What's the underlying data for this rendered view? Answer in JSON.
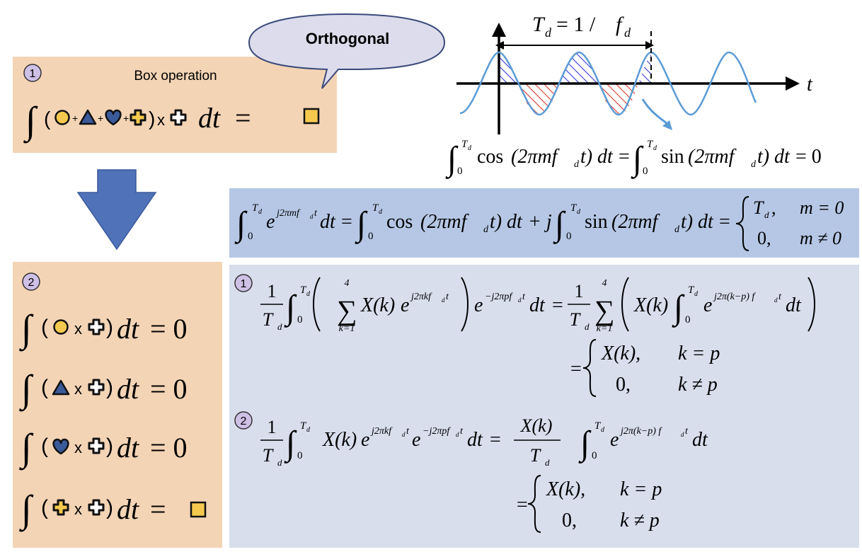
{
  "callout": {
    "text": "Orthogonal"
  },
  "box1": {
    "num": "1",
    "title": "Box operation"
  },
  "box2": {
    "num": "2"
  },
  "wave": {
    "period_label": "T",
    "period_sub": "d",
    "period_rhs": "= 1 /",
    "period_f": "f",
    "period_f_sub": "d",
    "axis_label": "t",
    "line_color": "#5b9bd5",
    "hatch_positive": "#3a3ae0",
    "hatch_negative": "#e03a2a"
  },
  "eq_orth": {
    "cos": "cos",
    "sin": "sin",
    "arg": "(2πmf",
    "arg_end": "t)",
    "dt": "dt",
    "eq": "=",
    "zero": "= 0",
    "upper": "T",
    "upper_sub": "d",
    "lower": "0"
  },
  "eq_blue": {
    "exp": "e",
    "exp_sup": "j2πmf",
    "exp_sup_t": "t",
    "dt": "dt",
    "plus_j": "+ j",
    "case1": "T",
    "case1_sub": "d",
    "case1_cond": "m = 0",
    "case2": "0,",
    "case2_cond": "m ≠ 0"
  },
  "eq_grey": {
    "num1": "1",
    "num2": "2",
    "one": "1",
    "T": "T",
    "d": "d",
    "sum_top": "4",
    "sum_bottom": "k=1",
    "Xk": "X(k)",
    "exp_kf": "j2πkf",
    "exp_pf": "−j2πpf",
    "exp_kp": "j2π(k−p) f",
    "t": "t",
    "dt": "dt",
    "case_a": "X(k),",
    "case_a_cond": "k = p",
    "case_b": "0,",
    "case_b_cond": "k ≠ p"
  },
  "colors": {
    "box_bg": "#f3d4b5",
    "blue_box": "#b6c7e5",
    "grey_box": "#d9deed",
    "shape_circle": "#f5c94e",
    "shape_triangle": "#3a5a9a",
    "shape_heart": "#3a5a9a",
    "shape_cross": "#f5c94e",
    "arrow": "#4f72b8"
  }
}
